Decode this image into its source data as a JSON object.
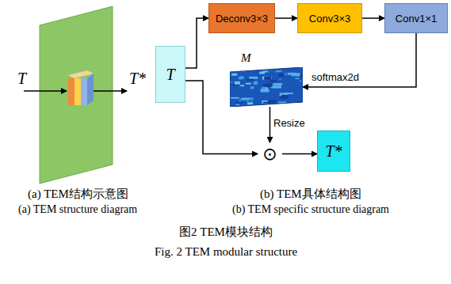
{
  "diagram": {
    "caption": "图2 TEM模块结构",
    "nodes": [
      {
        "text": [
          "T"
        ]
      },
      {
        "text": [
          "Deconv3×3"
        ]
      },
      {
        "text": [
          "Conv3×3"
        ]
      },
      {
        "text": [
          "Conv1×1"
        ]
      },
      {
        "text": [
          "M"
        ]
      },
      {
        "text": [
          "⊙"
        ]
      },
      {
        "text": [
          "T*"
        ]
      }
    ],
    "edges": [
      {
        "from": 0,
        "to": 1,
        "arrow": "to"
      },
      {
        "from": 1,
        "to": 2,
        "arrow": "to"
      },
      {
        "from": 2,
        "to": 3,
        "arrow": "to"
      },
      {
        "from": 3,
        "to": 4,
        "label": "softmax2d",
        "arrow": "to"
      },
      {
        "from": 4,
        "to": 5,
        "label": "Resize",
        "arrow": "to"
      },
      {
        "from": 0,
        "to": 5,
        "arrow": "to"
      },
      {
        "from": 5,
        "to": 6,
        "arrow": "to"
      }
    ],
    "labels": [
      "T",
      "T*",
      "(a) TEM结构示意图",
      "(a) TEM structure diagram",
      "(b) TEM具体结构图",
      "(b) TEM specific structure diagram",
      "Fig. 2 TEM modular structure"
    ]
  }
}
